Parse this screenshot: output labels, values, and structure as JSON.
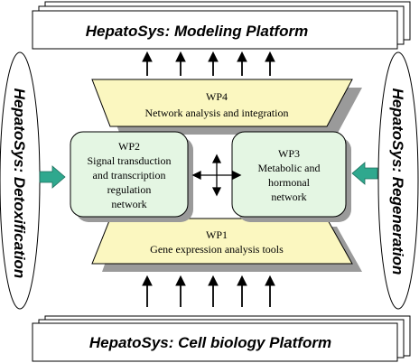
{
  "platforms": {
    "top": "HepatoSys: Modeling Platform",
    "bottom": "HepatoSys: Cell biology Platform",
    "left": "HepatoSys: Detoxification",
    "right": "HepatoSys: Regeneration"
  },
  "work_packages": {
    "wp4": {
      "code": "WP4",
      "lines": [
        "Network analysis and integration"
      ]
    },
    "wp1": {
      "code": "WP1",
      "lines": [
        "Gene expression analysis tools"
      ]
    },
    "wp2": {
      "code": "WP2",
      "lines": [
        "Signal transduction",
        "and transcription",
        "regulation",
        "network"
      ]
    },
    "wp3": {
      "code": "WP3",
      "lines": [
        "Metabolic and",
        "hormonal",
        "network"
      ]
    }
  },
  "colors": {
    "yellow_fill": "#fbf7c0",
    "green_fill": "#e4f6e3",
    "teal_arrow": "#2fa88e",
    "shadow": "#9a9a9a"
  }
}
